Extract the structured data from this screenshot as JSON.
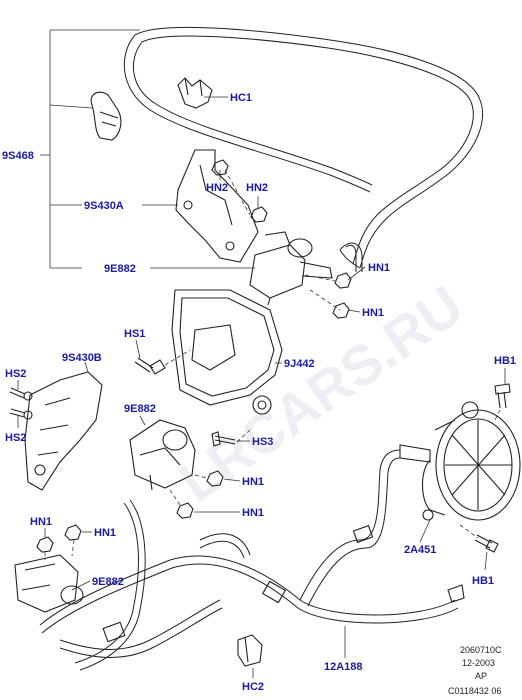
{
  "labels": {
    "hc1": "HC1",
    "s468": "9S468",
    "hn2a": "HN2",
    "hn2b": "HN2",
    "s430a": "9S430A",
    "e882top": "9E882",
    "hn1a": "HN1",
    "hn1b": "HN1",
    "hs1": "HS1",
    "s430b": "9S430B",
    "j442": "9J442",
    "hs2a": "HS2",
    "hs2b": "HS2",
    "e882mid": "9E882",
    "hs3": "HS3",
    "hn1c": "HN1",
    "hn1d": "HN1",
    "hb1a": "HB1",
    "a451": "2A451",
    "hb1b": "HB1",
    "hn1e": "HN1",
    "hn1f": "HN1",
    "e882bot": "9E882",
    "a188": "12A188",
    "hc2": "HC2"
  },
  "footer": {
    "code": "2060710C",
    "date": "12-2003",
    "ap": "AP",
    "ref": "C0118432 06"
  },
  "watermark": "LRCARS.RU"
}
